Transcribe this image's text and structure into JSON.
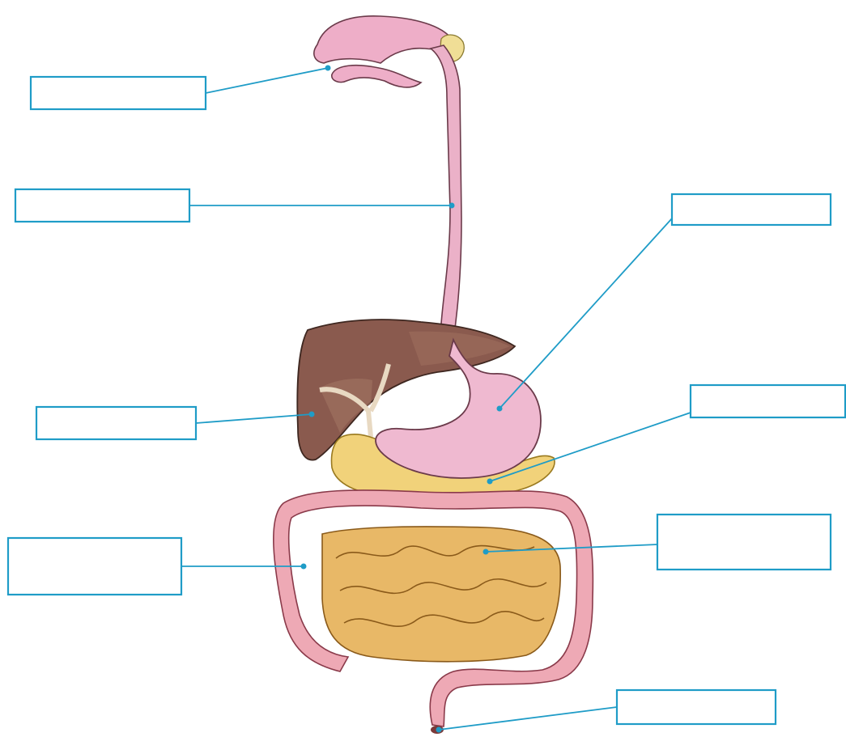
{
  "colors": {
    "line": "#1f9cc7",
    "mouth_tube": "#e9a9c3",
    "liver": "#8a5a4e",
    "stomach": "#efb9d0",
    "pancreas": "#f1d27a",
    "small_intestine": "#e8b867",
    "large_intestine": "#eea9b5"
  },
  "labels": [
    {
      "id": "mouth",
      "text": ""
    },
    {
      "id": "esophagus",
      "text": ""
    },
    {
      "id": "stomach",
      "text": ""
    },
    {
      "id": "liver",
      "text": ""
    },
    {
      "id": "pancreas",
      "text": ""
    },
    {
      "id": "large-intestine",
      "text": ""
    },
    {
      "id": "small-intestine",
      "text": ""
    },
    {
      "id": "anus",
      "text": ""
    }
  ]
}
